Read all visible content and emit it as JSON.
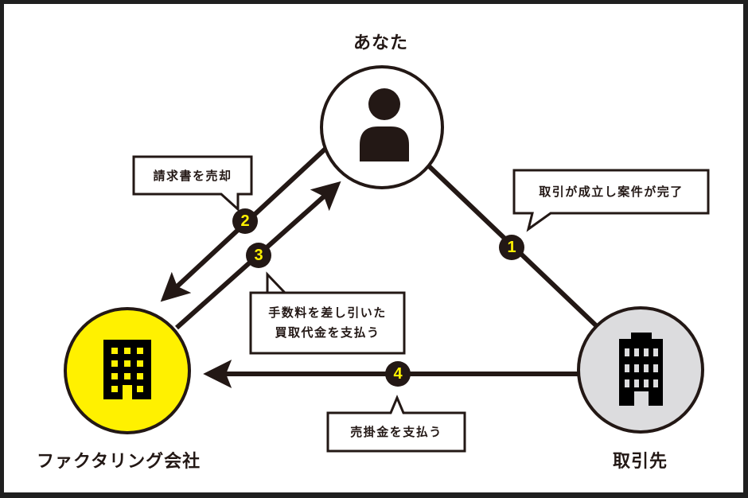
{
  "title": "ファクタリングの仕組み",
  "colors": {
    "ink": "#231815",
    "accent_yellow": "#fff100",
    "client_gray": "#dcdcde",
    "frame": "#1f1f1f",
    "background": "#ffffff"
  },
  "nodes": {
    "you": {
      "label": "あなた",
      "icon": "person-icon"
    },
    "factoring_company": {
      "label": "ファクタリング会社",
      "icon": "building-icon"
    },
    "client": {
      "label": "取引先",
      "icon": "building-icon"
    }
  },
  "steps": [
    {
      "number": "1",
      "text": [
        "取引が成立し案件が完了"
      ],
      "from": "you",
      "to": "client"
    },
    {
      "number": "2",
      "text": [
        "請求書を売却"
      ],
      "from": "you",
      "to": "factoring_company"
    },
    {
      "number": "3",
      "text": [
        "手数料を差し引いた",
        "買取代金を支払う"
      ],
      "from": "factoring_company",
      "to": "you"
    },
    {
      "number": "4",
      "text": [
        "売掛金を支払う"
      ],
      "from": "client",
      "to": "factoring_company"
    }
  ]
}
